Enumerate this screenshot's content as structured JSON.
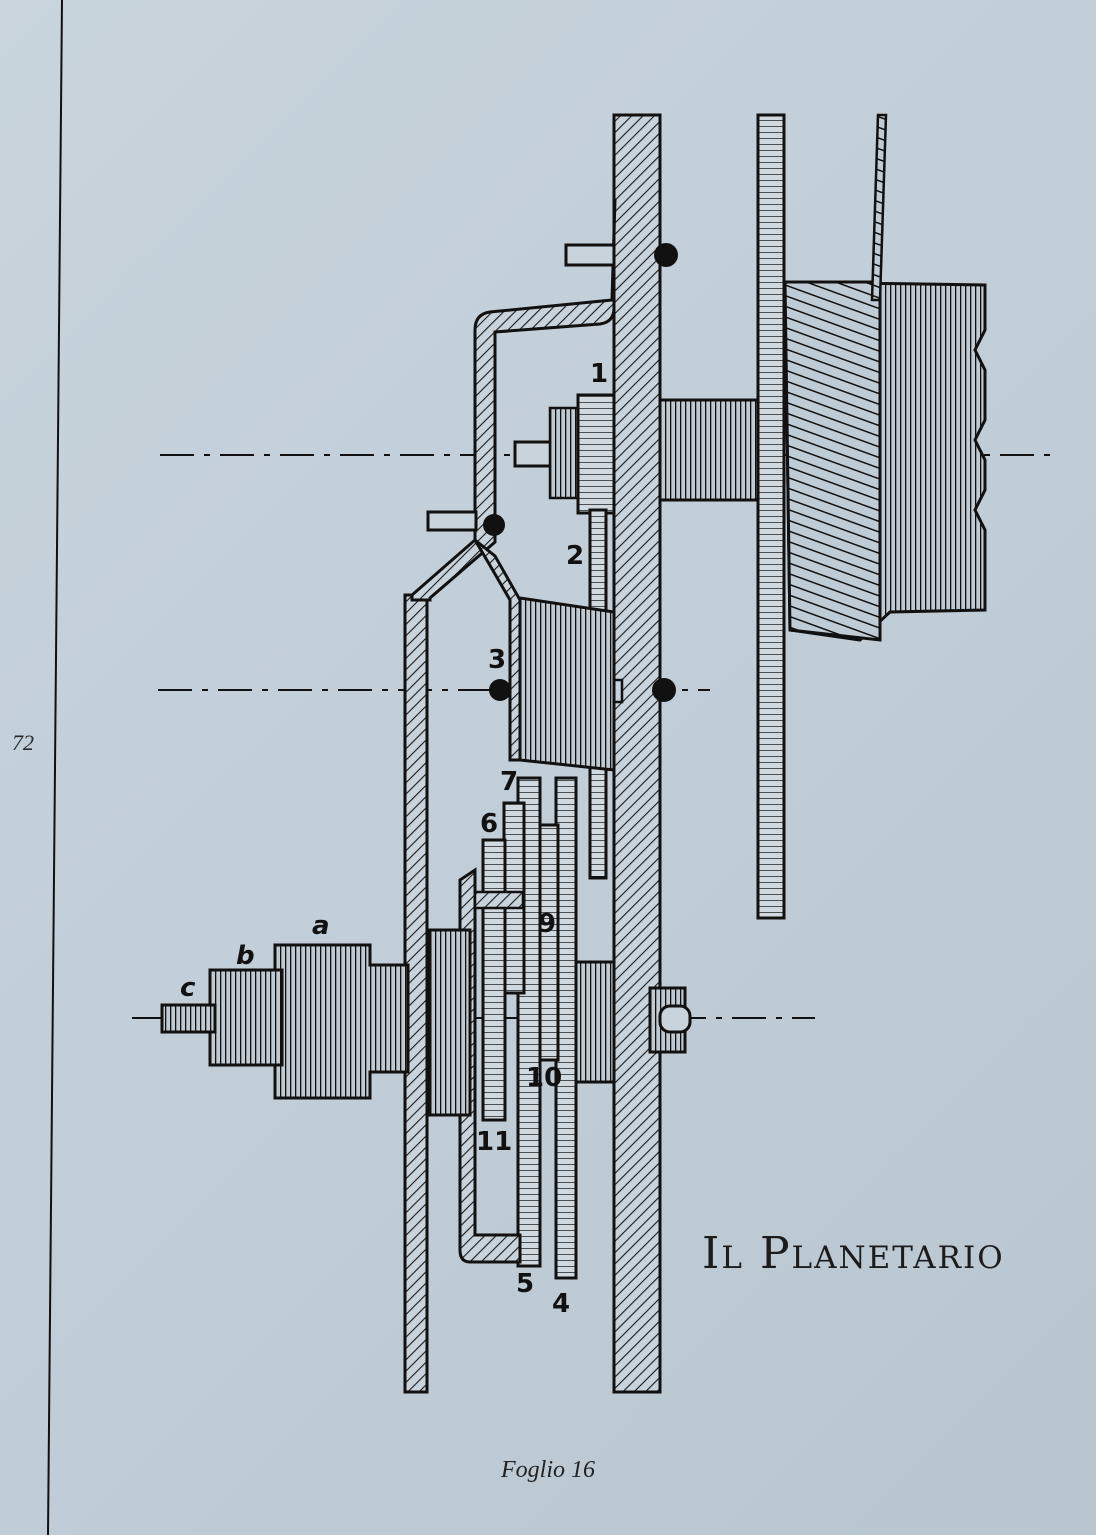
{
  "page_number": "72",
  "title": "Il Planetario",
  "caption": "Foglio 16",
  "labels": {
    "n1": "1",
    "n2": "2",
    "n3": "3",
    "n4": "4",
    "n5": "5",
    "n6": "6",
    "n7": "7",
    "n9": "9",
    "n10": "10",
    "n11": "11",
    "a": "a",
    "b": "b",
    "c": "c"
  },
  "colors": {
    "ink": "#111111",
    "paper": "#c3cfd8",
    "hatch": "#1a1a1a"
  }
}
